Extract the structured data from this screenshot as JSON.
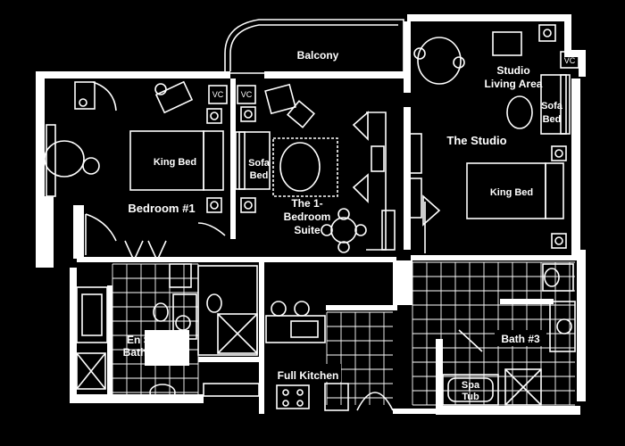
{
  "rooms": {
    "balcony": "Balcony",
    "bedroom1": "Bedroom #1",
    "suite": [
      "The 1-",
      "Bedroom",
      "Suite"
    ],
    "studio": "The Studio",
    "studio_living": [
      "Studio",
      "Living Area"
    ],
    "ensuite": [
      "En Suite",
      "Bathroom"
    ],
    "kitchen": "Full Kitchen",
    "bath3": "Bath #3"
  },
  "furniture": {
    "king_bed_1": "King Bed",
    "king_bed_2": "King Bed",
    "sofa_bed_1": [
      "Sofa",
      "Bed"
    ],
    "sofa_bed_2": [
      "Sofa",
      "Bed"
    ],
    "spa_tub": [
      "Spa",
      "Tub"
    ],
    "vc": "VC"
  },
  "colors": {
    "background": "#000000",
    "lines": "#ffffff"
  }
}
